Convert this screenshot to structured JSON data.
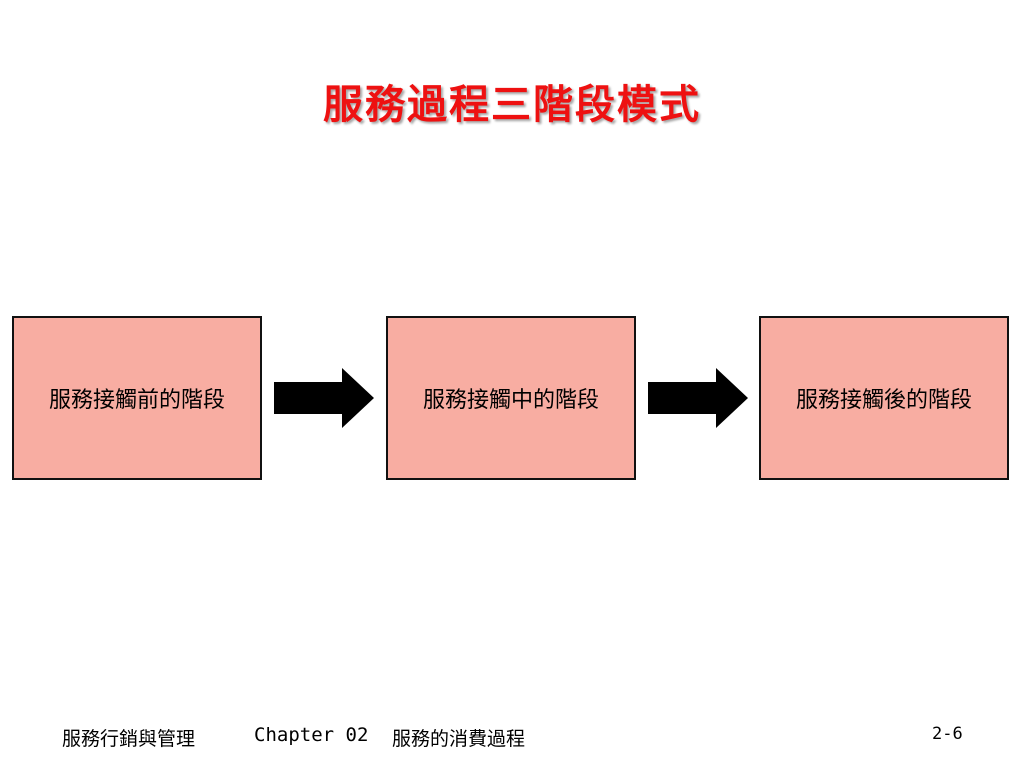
{
  "slide": {
    "title": "服務過程三階段模式"
  },
  "stages": [
    {
      "label": "服務接觸前的階段"
    },
    {
      "label": "服務接觸中的階段"
    },
    {
      "label": "服務接觸後的階段"
    }
  ],
  "footer": {
    "course": "服務行銷與管理",
    "chapter_label": "Chapter 02",
    "chapter_title": "服務的消費過程",
    "page_number": "2-6"
  },
  "colors": {
    "title": "#ee1111",
    "stage_fill": "#f8ada2",
    "stage_border": "#111111",
    "arrow": "#000000"
  },
  "icons": {
    "connector": "right-arrow-icon"
  }
}
